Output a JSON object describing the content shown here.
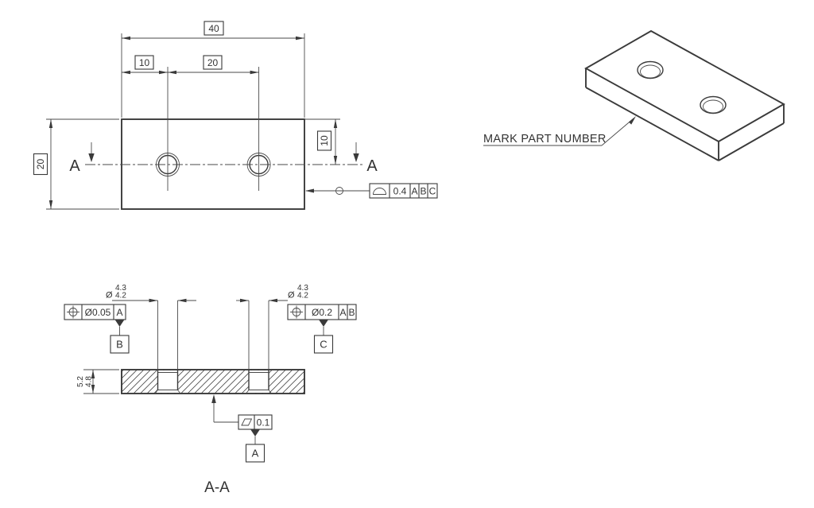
{
  "title": "Plate engineering drawing",
  "colors": {
    "background": "#ffffff",
    "line": "#3a3a3a",
    "text": "#333333"
  },
  "gdt_symbols": {
    "position": "circle-crosshair",
    "surface_profile": "half-disc",
    "flatness": "parallelogram",
    "diameter": "Ø"
  },
  "front_view": {
    "dim_overall_width": "40",
    "dim_hole_offset": "10",
    "dim_hole_spacing": "20",
    "dim_overall_height": "20",
    "dim_hole_vertical": "10",
    "section_label_left": "A",
    "section_label_right": "A",
    "profile_fcf": {
      "value": "0.4",
      "datum_1": "A",
      "datum_2": "B",
      "datum_3": "C"
    }
  },
  "iso_view": {
    "note": "MARK PART NUMBER"
  },
  "section_view": {
    "hole_left": {
      "symbol": "Ø",
      "upper": "4.3",
      "lower": "4.2"
    },
    "hole_right": {
      "symbol": "Ø",
      "upper": "4.3",
      "lower": "4.2"
    },
    "fcf_left": {
      "value": "Ø0.05",
      "datum_1": "A"
    },
    "datum_left": "B",
    "fcf_right": {
      "value": "Ø0.2",
      "datum_1": "A",
      "datum_2": "B"
    },
    "datum_right": "C",
    "thickness_upper": "5.2",
    "thickness_lower": "4.8",
    "flatness_fcf": {
      "value": "0.1"
    },
    "datum_bottom": "A",
    "title": "A-A"
  }
}
